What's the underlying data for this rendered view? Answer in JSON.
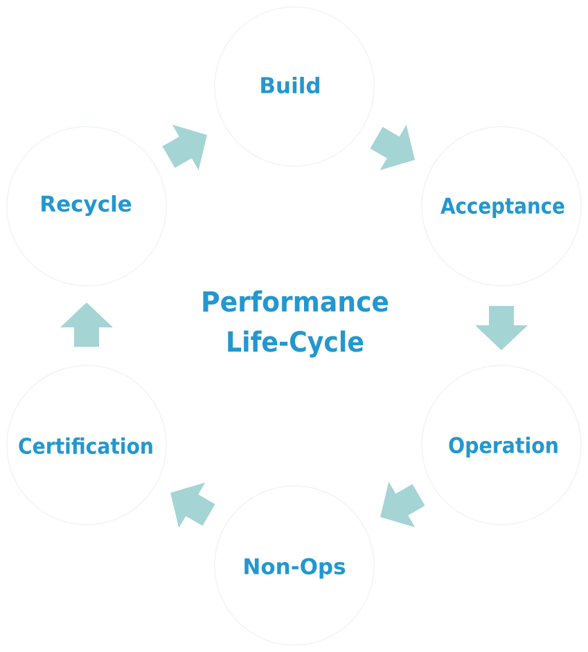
{
  "title": {
    "line1": "Performance",
    "line2": "Life-Cycle"
  },
  "nodes": [
    {
      "id": "build",
      "label": "Build"
    },
    {
      "id": "acceptance",
      "label": "Acceptance"
    },
    {
      "id": "operation",
      "label": "Operation"
    },
    {
      "id": "non-ops",
      "label": "Non-Ops"
    },
    {
      "id": "certification",
      "label": "Certification"
    },
    {
      "id": "recycle",
      "label": "Recycle"
    }
  ],
  "colors": {
    "text": "#2397CF",
    "arrow": "#A5D4D5",
    "circle_border": "#F3F6F7",
    "background": "#FFFFFF"
  }
}
